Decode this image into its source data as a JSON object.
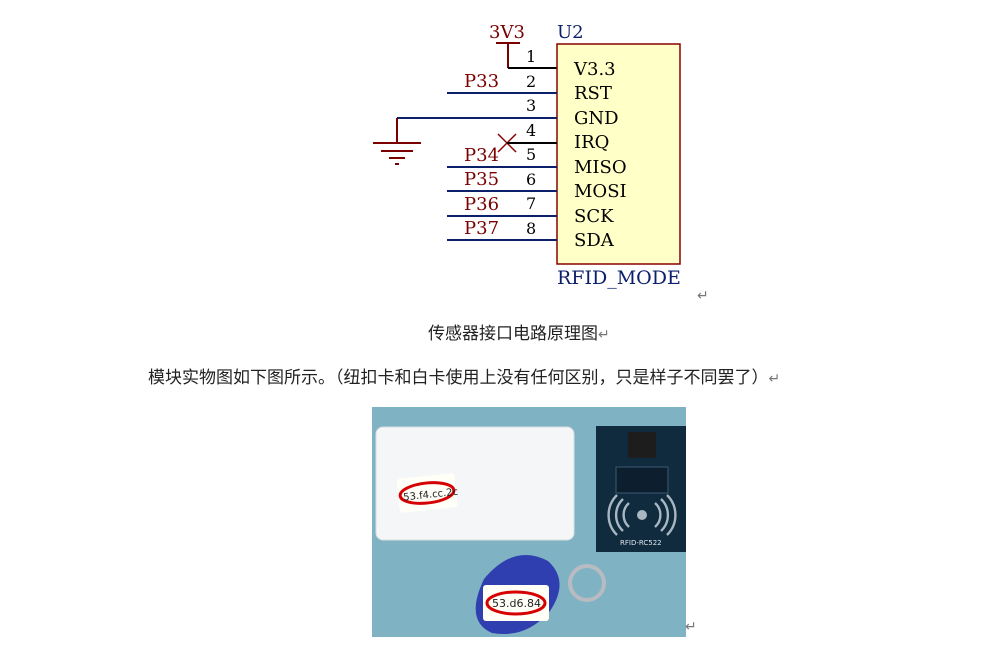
{
  "schematic": {
    "power_label": "3V3",
    "part_ref": "U2",
    "part_name": "RFID_MODE",
    "pins": [
      {
        "num": "1",
        "name": "V3.3",
        "net": ""
      },
      {
        "num": "2",
        "name": "RST",
        "net": "P33"
      },
      {
        "num": "3",
        "name": "GND",
        "net": ""
      },
      {
        "num": "4",
        "name": "IRQ",
        "net": ""
      },
      {
        "num": "5",
        "name": "MISO",
        "net": "P34"
      },
      {
        "num": "6",
        "name": "MOSI",
        "net": "P35"
      },
      {
        "num": "7",
        "name": "SCK",
        "net": "P36"
      },
      {
        "num": "8",
        "name": "SDA",
        "net": "P37"
      }
    ],
    "colors": {
      "net": "#7a0000",
      "wire": "#0b1f6b",
      "body_fill": "#ffffc8",
      "body_stroke": "#8a0000",
      "pin_text": "#000000",
      "ref_text": "#0b1f6b"
    }
  },
  "figure_caption": "传感器接口电路原理图",
  "paragraph": "模块实物图如下图所示。（纽扣卡和白卡使用上没有任何区别，只是样子不同罢了）",
  "photo": {
    "card_tag": "53.f4.cc.2c",
    "fob_tag": "53.d6.84",
    "board_text": "RFID-RC522",
    "colors": {
      "background": "#7fb3c4",
      "card": "#f4f6f7",
      "board": "#102a3e",
      "fob": "#2f3fb0",
      "tag": "#d60000"
    }
  },
  "paragraph_mark": "↵"
}
